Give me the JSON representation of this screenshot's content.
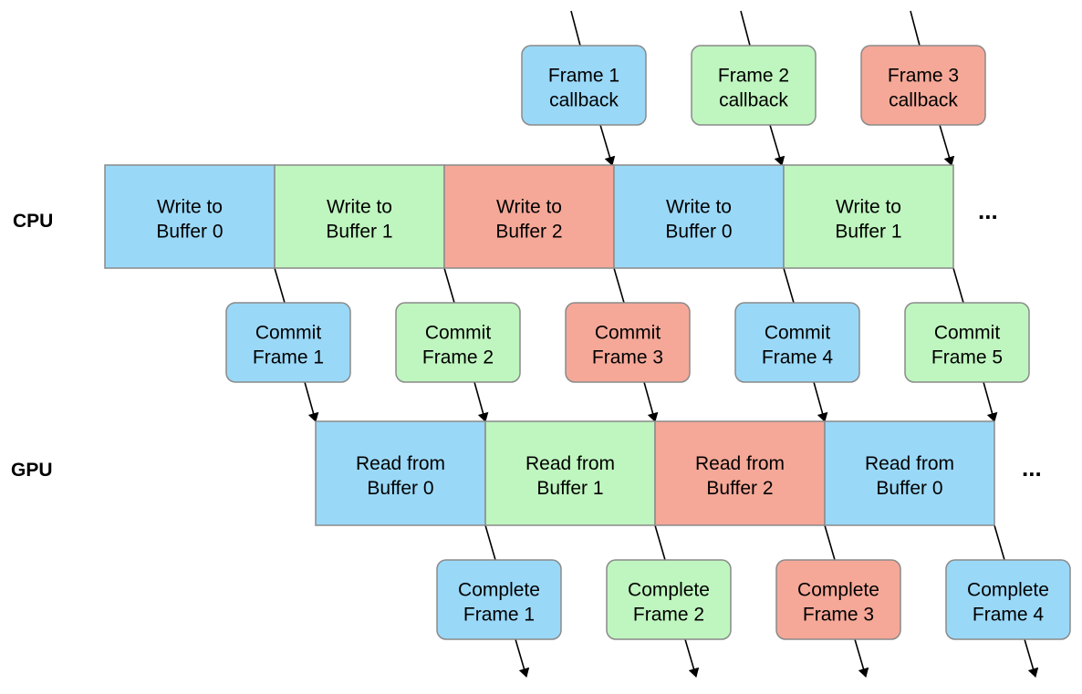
{
  "colors": {
    "blue": "#9ad8f7",
    "green": "#bff5bf",
    "red": "#f5a898",
    "border": "#8a8a8a",
    "line": "#000000"
  },
  "lanes": {
    "cpu_label": "CPU",
    "gpu_label": "GPU",
    "cpu_more": "...",
    "gpu_more": "..."
  },
  "callbacks": [
    {
      "lines": [
        "Frame 1",
        "callback"
      ],
      "color": "blue"
    },
    {
      "lines": [
        "Frame 2",
        "callback"
      ],
      "color": "green"
    },
    {
      "lines": [
        "Frame 3",
        "callback"
      ],
      "color": "red"
    }
  ],
  "cpu_segments": [
    {
      "lines": [
        "Write to",
        "Buffer 0"
      ],
      "color": "blue"
    },
    {
      "lines": [
        "Write to",
        "Buffer 1"
      ],
      "color": "green"
    },
    {
      "lines": [
        "Write to",
        "Buffer 2"
      ],
      "color": "red"
    },
    {
      "lines": [
        "Write to",
        "Buffer 0"
      ],
      "color": "blue"
    },
    {
      "lines": [
        "Write to",
        "Buffer 1"
      ],
      "color": "green"
    }
  ],
  "commits": [
    {
      "lines": [
        "Commit",
        "Frame 1"
      ],
      "color": "blue"
    },
    {
      "lines": [
        "Commit",
        "Frame 2"
      ],
      "color": "green"
    },
    {
      "lines": [
        "Commit",
        "Frame 3"
      ],
      "color": "red"
    },
    {
      "lines": [
        "Commit",
        "Frame 4"
      ],
      "color": "blue"
    },
    {
      "lines": [
        "Commit",
        "Frame 5"
      ],
      "color": "green"
    }
  ],
  "gpu_segments": [
    {
      "lines": [
        "Read from",
        "Buffer 0"
      ],
      "color": "blue"
    },
    {
      "lines": [
        "Read from",
        "Buffer 1"
      ],
      "color": "green"
    },
    {
      "lines": [
        "Read from",
        "Buffer 2"
      ],
      "color": "red"
    },
    {
      "lines": [
        "Read from",
        "Buffer 0"
      ],
      "color": "blue"
    }
  ],
  "completes": [
    {
      "lines": [
        "Complete",
        "Frame 1"
      ],
      "color": "blue"
    },
    {
      "lines": [
        "Complete",
        "Frame 2"
      ],
      "color": "green"
    },
    {
      "lines": [
        "Complete",
        "Frame 3"
      ],
      "color": "red"
    },
    {
      "lines": [
        "Complete",
        "Frame 4"
      ],
      "color": "blue"
    }
  ]
}
